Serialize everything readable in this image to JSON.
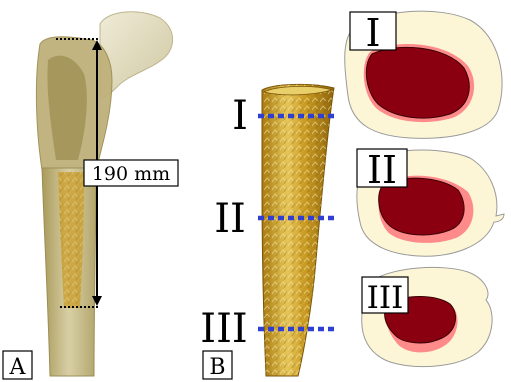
{
  "figure": {
    "panels": [
      {
        "id": "A",
        "label": "A"
      },
      {
        "id": "B",
        "label": "B"
      }
    ],
    "measurement": {
      "label": "190 mm"
    },
    "section_levels": [
      {
        "id": "I",
        "label": "I"
      },
      {
        "id": "II",
        "label": "II"
      },
      {
        "id": "III",
        "label": "III"
      }
    ],
    "colors": {
      "bone_translucent": "#cfc49a",
      "bone_dark": "#8f8140",
      "implant_gold": "#c99a22",
      "implant_highlight": "#f3dd8a",
      "section_cortex": "#fdf6d6",
      "section_canal_dark": "#8b0011",
      "section_canal_light": "#ff8a8a",
      "level_line": "#2f3fd4"
    }
  }
}
